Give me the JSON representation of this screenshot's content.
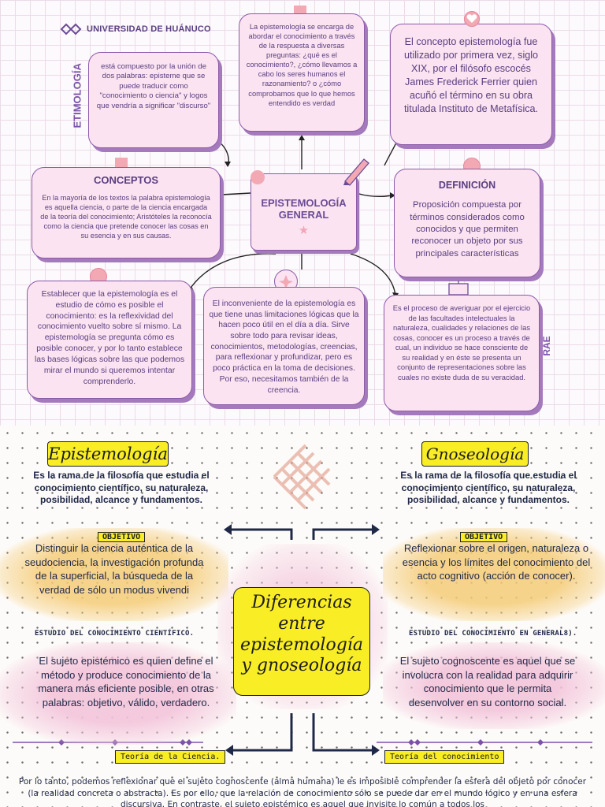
{
  "top": {
    "logo_text": "UNIVERSIDAD DE HUÁNUCO",
    "etimologia": {
      "label": "ETIMOLOGÍA",
      "text": "está compuesto por la unión de dos palabras: episteme que se puede traducir como \"conocimiento o ciencia\" y logos que vendría a significar \"discurso\""
    },
    "pregunta": {
      "text": "La epistemología se encarga de abordar el conocimiento a través de la respuesta a diversas preguntas: ¿qué es el conocimiento?, ¿cómo llevamos a cabo los seres humanos el razonamiento? o ¿cómo comprobamos que lo que hemos entendido es verdad"
    },
    "historia": {
      "text": "El concepto epistemología fue utilizado por primera vez, siglo XIX, por el filósofo escocés James Frederick Ferrier quien acuñó el término en su obra titulada Instituto de Metafísica."
    },
    "conceptos": {
      "title": "CONCEPTOS",
      "text": "En la mayoría de los textos la palabra epistemología es aquella ciencia, o parte de la ciencia encargada de la teoría del conocimiento; Aristóteles la reconocía como la ciencia que pretende conocer las cosas en su esencia y en sus causas."
    },
    "center": {
      "title": "EPISTEMOLOGÍA GENERAL",
      "star": "★"
    },
    "definicion": {
      "title": "DEFINICIÓN",
      "text": "Proposición compuesta por términos considerados como conocidos y que permiten reconocer un objeto por sus principales características"
    },
    "estudio": {
      "text": "Establecer que la epistemología es el estudio de cómo es posible el conocimiento: es la reflexividad del conocimiento vuelto sobre sí mismo. La epistemología se pregunta cómo es posible conocer, y por lo tanto establece las bases lógicas sobre las que podemos mirar el mundo si queremos intentar comprenderlo."
    },
    "inconveniente": {
      "text": "El inconveniente de la epistemología es que tiene unas limitaciones lógicas que la hacen poco útil en el día a día. Sirve sobre todo para revisar ideas, conocimientos, metodologías, creencias, para reflexionar y profundizar, pero es poco práctica en la toma de decisiones. Por eso, necesitamos también de la creencia."
    },
    "rae": {
      "label": "RAE",
      "text": "Es el proceso de averiguar por el ejercicio de las facultades intelectuales la naturaleza, cualidades y relaciones de las cosas, conocer es un proceso a través de cual, un individuo se hace consciente de su realidad y en éste se presenta un conjunto de representaciones sobre las cuales no existe duda de su veracidad."
    }
  },
  "bottom": {
    "left": {
      "title": "Epistemología",
      "definition": "Es la rama de la filosofía que estudia el conocimiento científico, su naturaleza, posibilidad, alcance y fundamentos.",
      "objetivo_label": "OBJETIVO",
      "objetivo_text": "Distinguir la ciencia auténtica de la seudociencia, la investigación profunda de la superficial, la búsqueda de la verdad de sólo un modus vivendi",
      "study": "ESTUDIO DEL CONOCIMIENTO CIENTÍFICO.",
      "sujeto": "El sujeto epistémico es quien define el método y produce conocimiento de la manera más eficiente posible, en otras palabras: objetivo, válido, verdadero.",
      "teoria": "Teoría de la Ciencia."
    },
    "right": {
      "title": "Gnoseología",
      "definition": "Es la rama de la filosofía que estudia el conocimiento científico, su naturaleza, posibilidad, alcance y fundamentos.",
      "objetivo_label": "OBJETIVO",
      "objetivo_text": "Reflexionar sobre el origen, naturaleza o esencia y los límites del conocimiento del acto cognitivo (acción de conocer).",
      "study": "ESTUDIO DEL CONOCIMIENTO EN GENERAL8).",
      "sujeto": "El sujeto cognoscente es aquel que se involucra con la realidad para adquirir conocimiento que le permita desenvolver en su contorno social.",
      "teoria": "Teoría del conocimiento"
    },
    "center_title": "Diferencias entre epistemología y gnoseología",
    "paragraph": "Por lo tanto, podemos reflexionar que el sujeto cognoscente (alma humana) le es imposible comprender la esfera del objeto por conocer (la realidad concreta o abstracta). Es por ello, que la relación de conocimiento sólo se puede dar en el mundo lógico y en una esfera discursiva. En contraste, el sujeto epistémico es aquel que invisite lo común a todos los"
  }
}
